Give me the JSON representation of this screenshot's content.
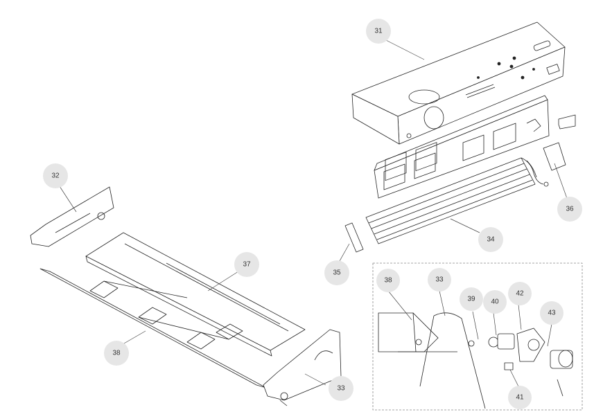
{
  "colors": {
    "line": "#222222",
    "callout_fill": "#e6e6e6",
    "leader": "#444444",
    "detail_border": "#888888"
  },
  "callouts": [
    {
      "id": "31",
      "label": "31"
    },
    {
      "id": "32",
      "label": "32"
    },
    {
      "id": "33",
      "label": "33"
    },
    {
      "id": "34",
      "label": "34"
    },
    {
      "id": "35",
      "label": "35"
    },
    {
      "id": "36",
      "label": "36"
    },
    {
      "id": "37",
      "label": "37"
    },
    {
      "id": "38",
      "label": "38"
    },
    {
      "id": "d38",
      "label": "38"
    },
    {
      "id": "d33",
      "label": "33"
    },
    {
      "id": "39",
      "label": "39"
    },
    {
      "id": "40",
      "label": "40"
    },
    {
      "id": "42",
      "label": "42"
    },
    {
      "id": "43",
      "label": "43"
    },
    {
      "id": "41",
      "label": "41"
    }
  ]
}
